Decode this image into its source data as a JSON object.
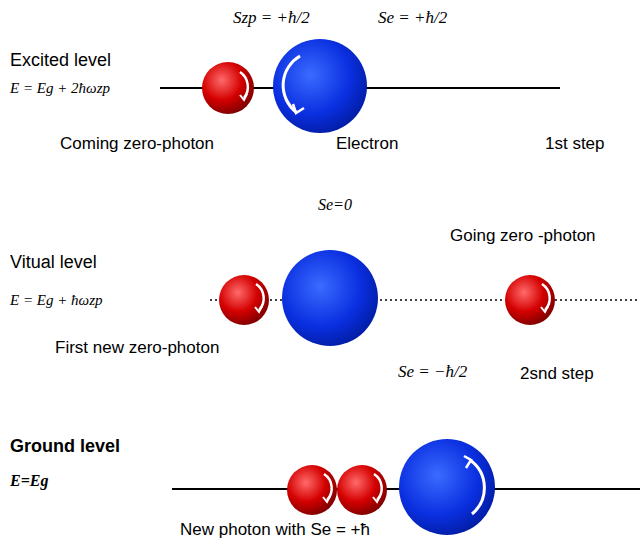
{
  "diagram": {
    "labels": [
      "Szp = +ħ/2",
      "Se = +ħ/2",
      "Excited level",
      "E = Eg + 2ħωzp",
      "Coming zero-photon",
      "Electron",
      "1st step",
      "Se=0",
      "Going zero -photon",
      "Vitual level",
      "E = Eg + ħωzp",
      "First new zero-photon",
      "Se = −ħ/2",
      "2snd step",
      "Ground level",
      "E=Eg",
      "New photon with Se = +ħ"
    ]
  }
}
